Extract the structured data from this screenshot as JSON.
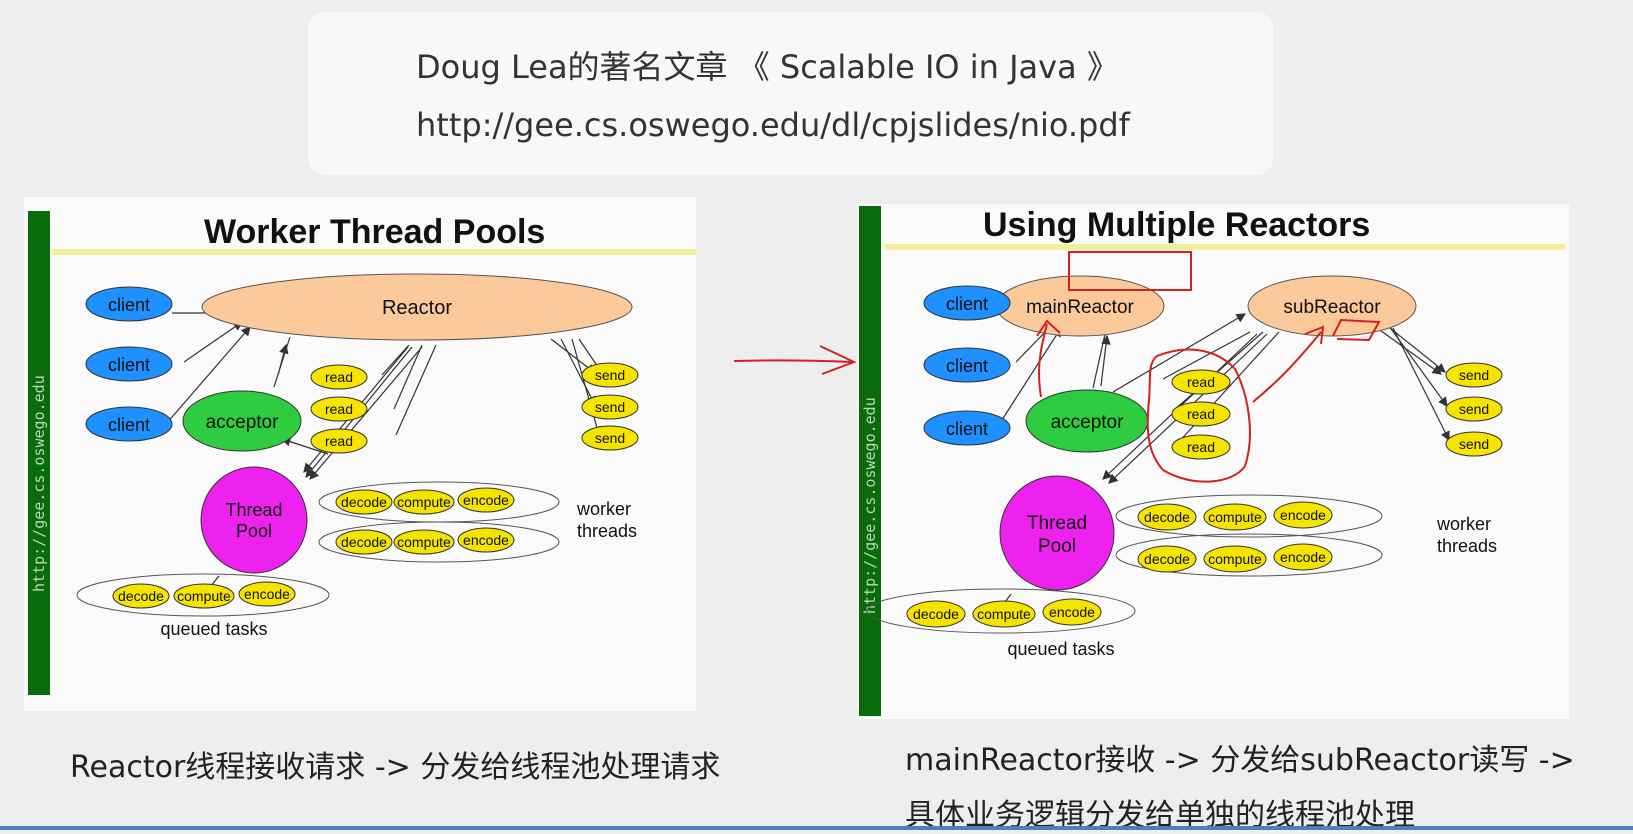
{
  "header": {
    "line1": "Doug Lea的著名文章 《 Scalable IO in Java 》",
    "line2": "http://gee.cs.oswego.edu/dl/cpjslides/nio.pdf"
  },
  "left_diagram": {
    "title": "Worker Thread Pools",
    "side_url": "http://gee.cs.oswego.edu",
    "reactor": "Reactor",
    "clients": [
      "client",
      "client",
      "client"
    ],
    "acceptor": "acceptor",
    "reads": [
      "read",
      "read",
      "read"
    ],
    "sends": [
      "send",
      "send",
      "send"
    ],
    "thread_pool": [
      "Thread",
      "Pool"
    ],
    "tasks": [
      "decode",
      "compute",
      "encode"
    ],
    "worker_threads": [
      "worker",
      "threads"
    ],
    "queued_tasks": "queued tasks"
  },
  "right_diagram": {
    "title": "Using Multiple Reactors",
    "side_url": "http://gee.cs.oswego.edu",
    "main_reactor": "mainReactor",
    "sub_reactor": "subReactor",
    "clients": [
      "client",
      "client",
      "client"
    ],
    "acceptor": "acceptor",
    "reads": [
      "read",
      "read",
      "read"
    ],
    "sends": [
      "send",
      "send",
      "send"
    ],
    "thread_pool": [
      "Thread",
      "Pool"
    ],
    "tasks": [
      "decode",
      "compute",
      "encode"
    ],
    "worker_threads": [
      "worker",
      "threads"
    ],
    "queued_tasks": "queued tasks"
  },
  "captions": {
    "left": "Reactor线程接收请求 -> 分发给线程池处理请求",
    "right_line1": "mainReactor接收 -> 分发给subReactor读写 ->",
    "right_line2": "具体业务逻辑分发给单独的线程池处理"
  },
  "colors": {
    "client": "#1e90ff",
    "reactor": "#fbc99a",
    "acceptor": "#2ecc40",
    "task": "#f5e400",
    "thread_pool": "#ee22ee",
    "side_bar": "#0a6b0a",
    "title_underline": "#f2ef9c",
    "annotation": "#d42020"
  }
}
